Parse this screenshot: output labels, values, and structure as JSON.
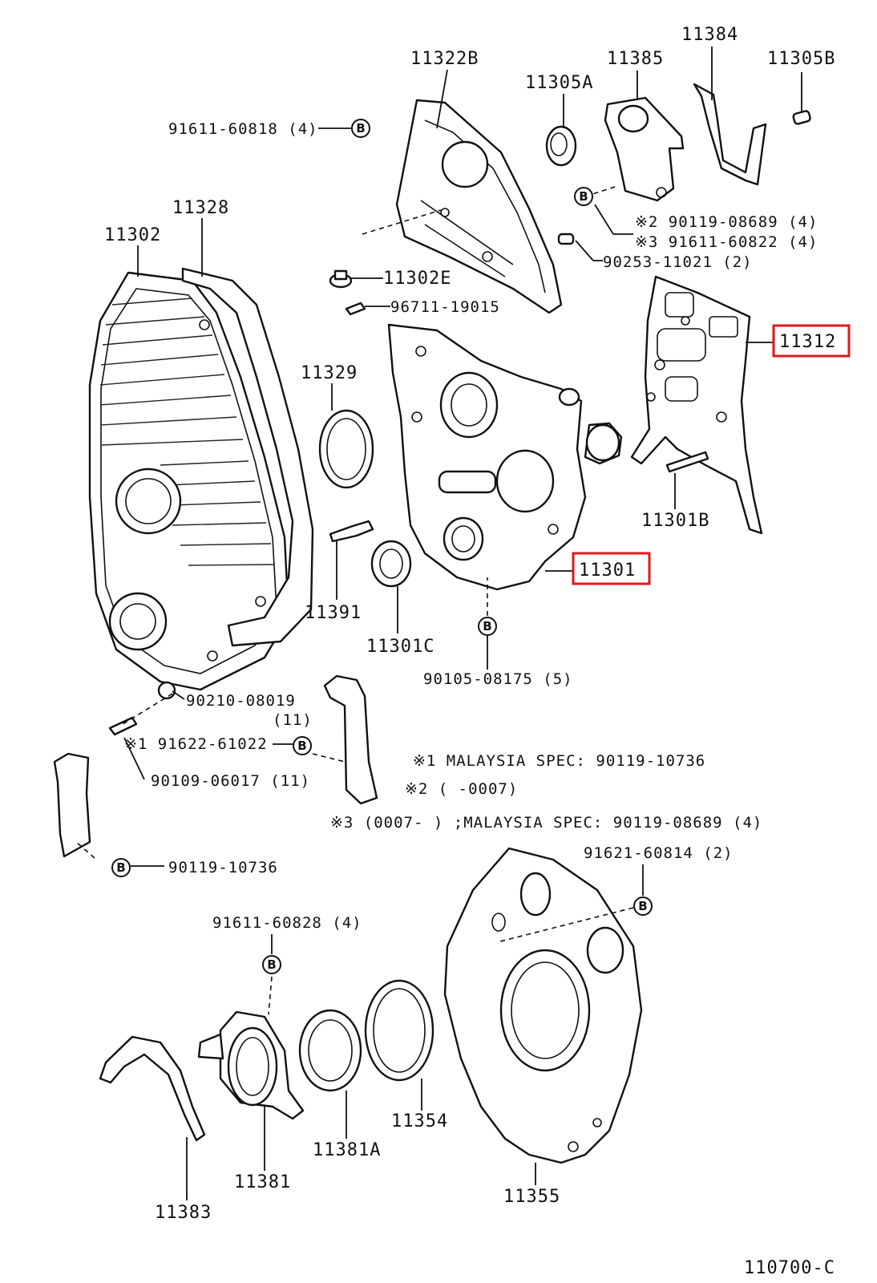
{
  "labels": {
    "p11384": "11384",
    "p11322b": "11322B",
    "p11385": "11385",
    "p11305a": "11305A",
    "p11305b": "11305B",
    "b91611_60818": "91611-60818 (4)",
    "p11328": "11328",
    "p11302": "11302",
    "n2_90119_08689": "※2 90119-08689 (4)",
    "n3_91611_60822": "※3 91611-60822 (4)",
    "b90253_11021": "90253-11021 (2)",
    "p11302e": "11302E",
    "p96711_19015": "96711-19015",
    "p11312": "11312",
    "p11329": "11329",
    "p11301b": "11301B",
    "p11301": "11301",
    "p11391": "11391",
    "p11301c": "11301C",
    "b90105_08175": "90105-08175 (5)",
    "b90210_08019": "90210-08019",
    "b90210_qty": "(11)",
    "n1_91622_61022": "※1 91622-61022",
    "b90109_06017": "90109-06017 (11)",
    "b90119_10736": "90119-10736",
    "b91621_60814": "91621-60814 (2)",
    "b91611_60828": "91611-60828 (4)",
    "p11354": "11354",
    "p11381a": "11381A",
    "p11381": "11381",
    "p11383": "11383",
    "p11355": "11355",
    "diagram_code": "110700-C"
  },
  "notes": {
    "note1": "※1  MALAYSIA  SPEC:  90119-10736",
    "note2": "※2  (      -0007)",
    "note3": "※3  (0007-      ) ;MALAYSIA  SPEC:  90119-08689 (4)"
  },
  "bolt_marker": "B",
  "highlighted_parts": [
    "11312",
    "11301"
  ],
  "highlight_color": "#e0181e"
}
